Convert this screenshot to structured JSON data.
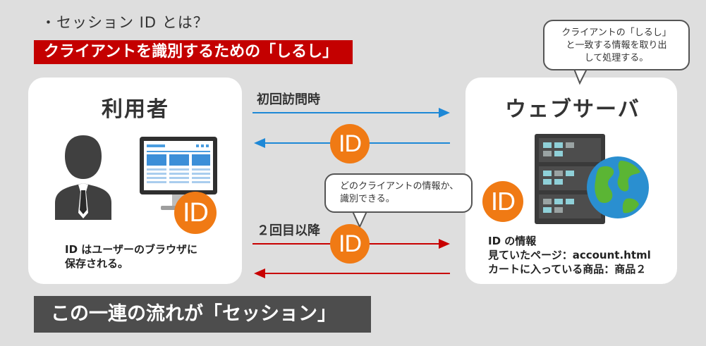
{
  "heading": {
    "bullet": "・",
    "title": "セッション ID とは？",
    "subtitle": "クライアントを識別するための「しるし」"
  },
  "user": {
    "title": "利用者",
    "note_line1": "ID はユーザーのブラウザに",
    "note_line2": "保存される。"
  },
  "server": {
    "title": "ウェブサーバ",
    "info_line1": "ID の情報",
    "info_line2": "見ていたページ：account.html",
    "info_line3": "カートに入っている商品：商品２"
  },
  "flows": {
    "first_visit": "初回訪問時",
    "second_visit": "２回目以降"
  },
  "bubbles": {
    "server_line1": "クライアントの「しるし」",
    "server_line2": "と一致する情報を取り出",
    "server_line3": "して処理する。",
    "middle_line1": "どのクライアントの情報か、",
    "middle_line2": "識別できる。"
  },
  "badge_label": "ID",
  "conclusion": "この一連の流れが「セッション」",
  "colors": {
    "accent_red": "#c40000",
    "id_orange": "#f07a14",
    "arrow_blue": "#1e88d6",
    "arrow_red": "#c80000",
    "band_dark": "#4d4d4d",
    "background": "#dedede"
  }
}
